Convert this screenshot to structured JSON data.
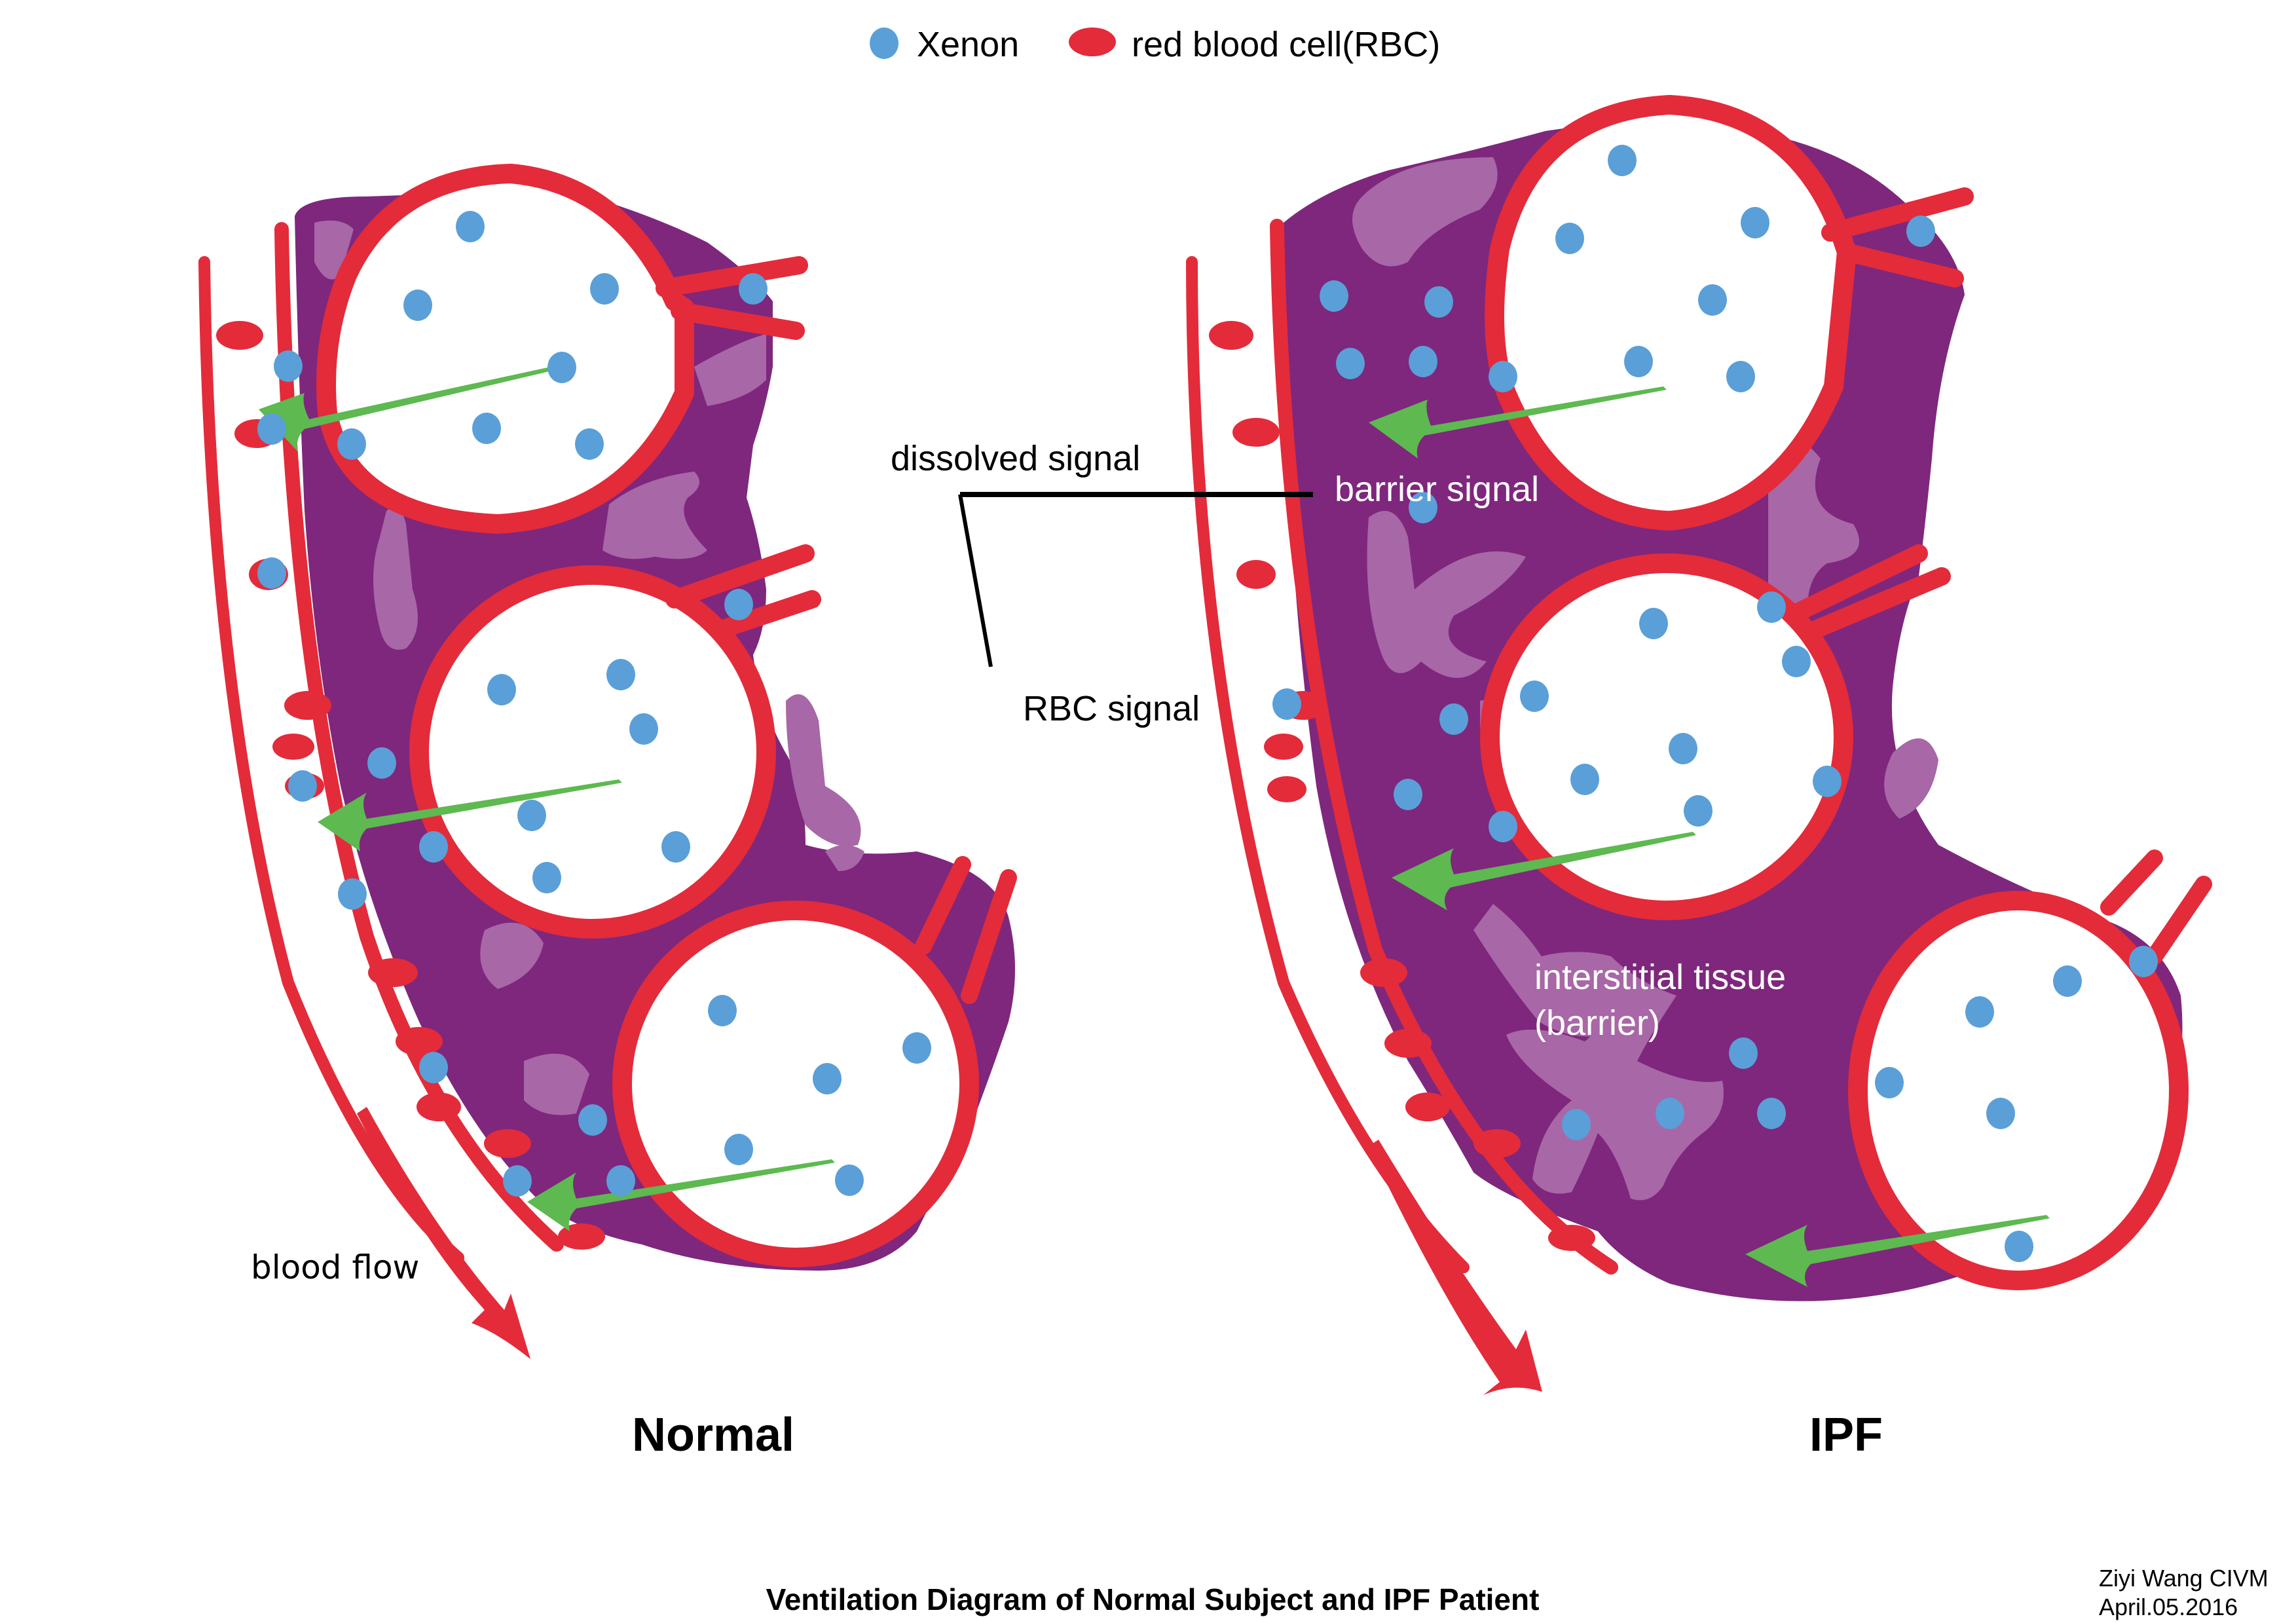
{
  "title": "Ventilation Diagram of Normal Subject and IPF Patient",
  "credit": {
    "author": "Ziyi Wang CIVM",
    "date": "April.05.2016"
  },
  "colors": {
    "xenon": "#5a9fd8",
    "rbc": "#e32b3a",
    "tissue": "#7e277d",
    "tissue_light": "#a867a6",
    "diffusion_arrow": "#5db950",
    "alveolus_fill": "#ffffff"
  },
  "legend": [
    {
      "icon": "xenon-dot-icon",
      "label": "Xenon"
    },
    {
      "icon": "rbc-dot-icon",
      "label": "red blood cell(RBC)"
    }
  ],
  "annotations": {
    "dissolved_signal": "dissolved signal",
    "barrier_signal": "barrier signal",
    "rbc_signal": "RBC signal",
    "interstitial_line1": "interstitial tissue",
    "interstitial_line2": "(barrier)",
    "blood_flow": "blood flow"
  },
  "panels": [
    {
      "id": "normal",
      "label": "Normal",
      "alveoli": 3,
      "tissue_thickness": "thin"
    },
    {
      "id": "ipf",
      "label": "IPF",
      "alveoli": 3,
      "tissue_thickness": "thick"
    }
  ]
}
